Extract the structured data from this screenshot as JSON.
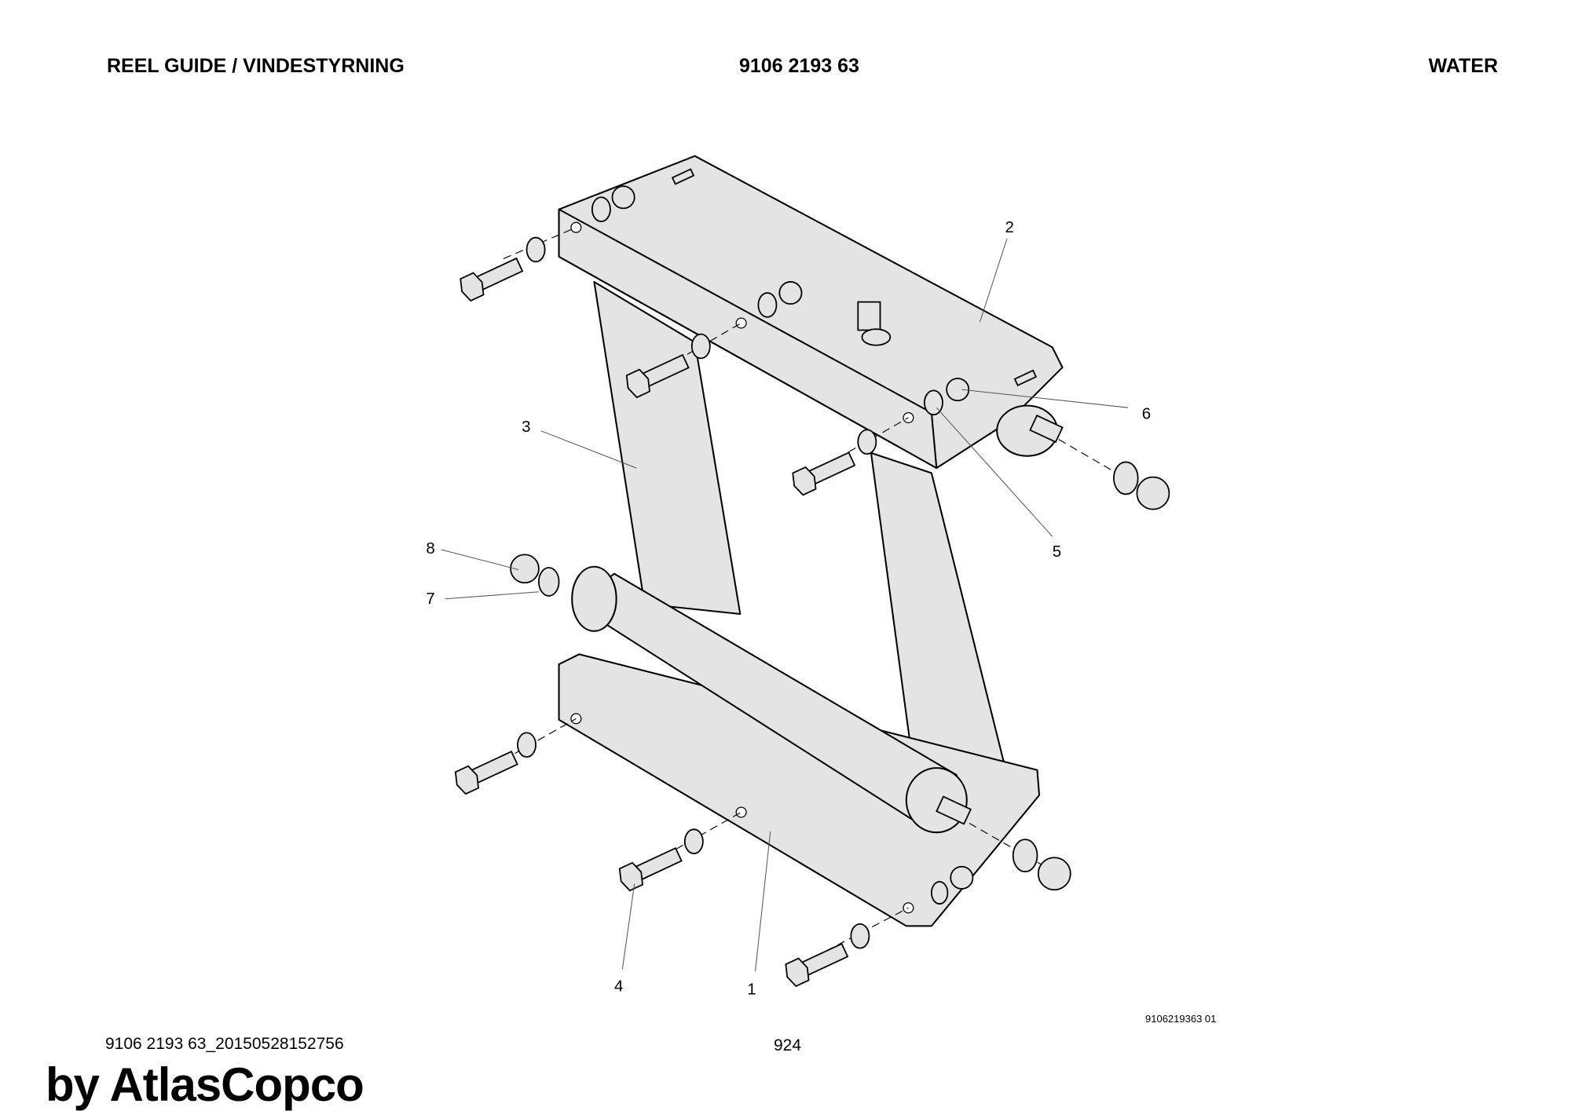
{
  "header": {
    "title": "REEL GUIDE / VINDESTYRNING",
    "part_number": "9106 2193 63",
    "category": "WATER"
  },
  "drawing": {
    "drawing_number": "9106219363 01",
    "callouts": [
      "1",
      "2",
      "3",
      "4",
      "5",
      "6",
      "7",
      "8"
    ]
  },
  "footer": {
    "file_id": "9106 2193 63_20150528152756",
    "page": "924",
    "watermark": "by AtlasCopco"
  }
}
